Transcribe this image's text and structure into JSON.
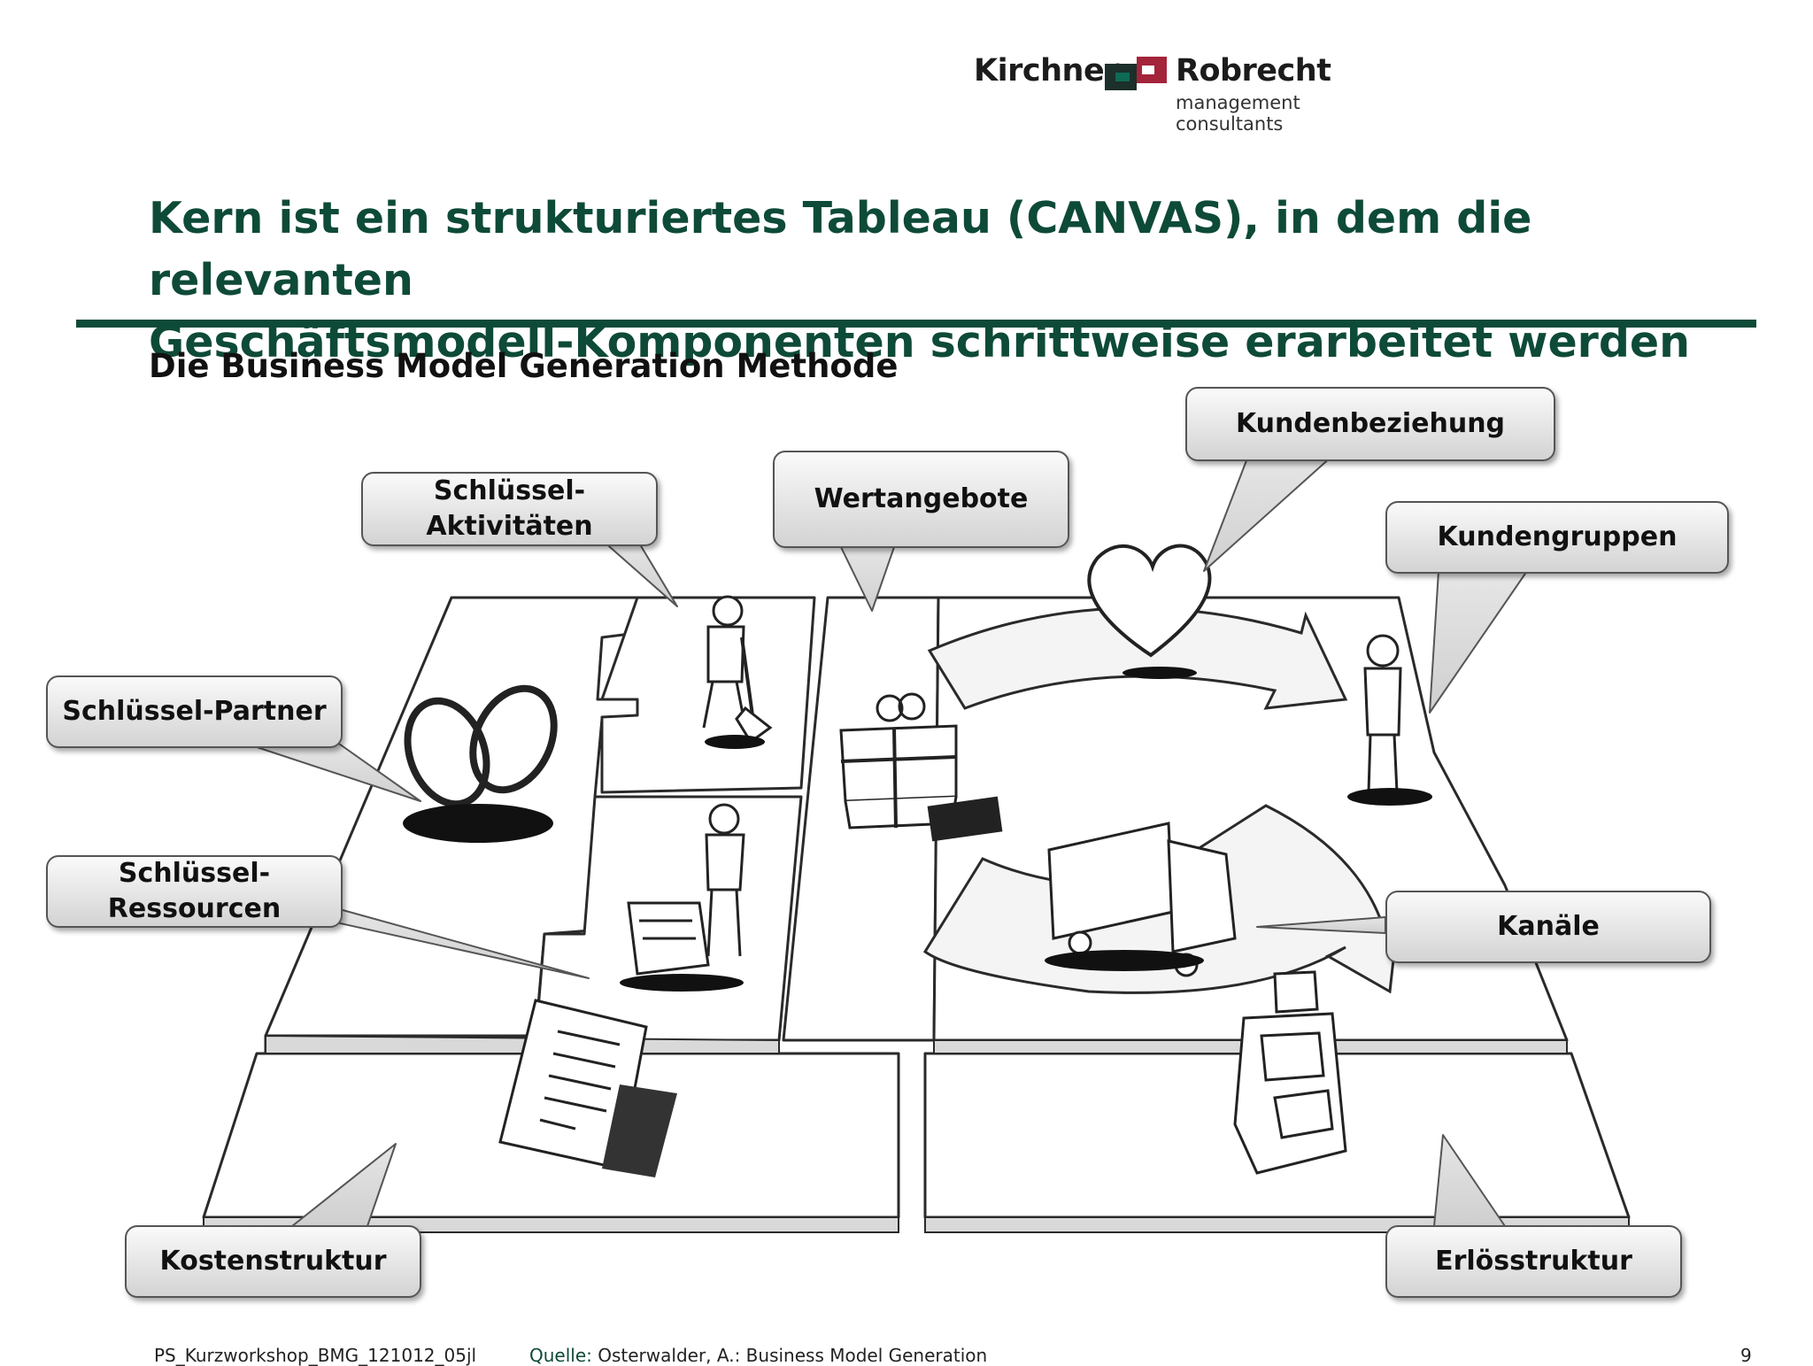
{
  "logo": {
    "name_left": "Kirchner",
    "name_right": "Robrecht",
    "tagline": "management consultants",
    "colors": {
      "dark": "#1c2f2a",
      "green": "#0e6b55",
      "red": "#a4243a"
    }
  },
  "title": {
    "line1": "Kern ist ein strukturiertes Tableau (CANVAS), in dem die relevanten",
    "line2": "Geschäftsmodell-Komponenten schrittweise erarbeitet werden"
  },
  "subtitle": "Die Business Model Generation Methode",
  "callouts": {
    "key_activities": "Schlüssel-\nAktivitäten",
    "value_propositions": "Wertangebote",
    "customer_relationships": "Kundenbeziehung",
    "customer_segments": "Kundengruppen",
    "key_partners": "Schlüssel-Partner",
    "key_resources": "Schlüssel-\nRessourcen",
    "channels": "Kanäle",
    "cost_structure": "Kostenstruktur",
    "revenue_streams": "Erlösstruktur"
  },
  "footer": {
    "doc_id": "PS_Kurzworkshop_BMG_121012_05jl",
    "source_label": "Quelle:",
    "source_text": " Osterwalder, A.: Business Model Generation",
    "page": "9"
  },
  "colors": {
    "title_green": "#0e4a38"
  }
}
